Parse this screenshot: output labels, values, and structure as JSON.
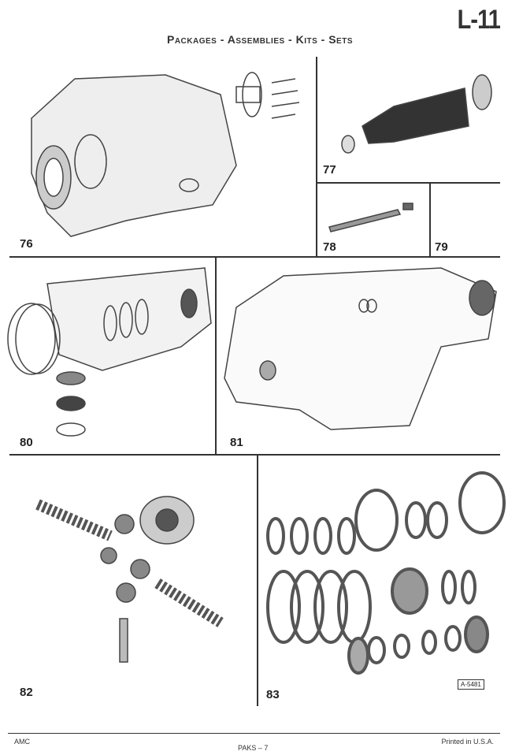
{
  "header": {
    "page_number": "L-11",
    "title": "Packages - Assemblies - Kits - Sets"
  },
  "figures": [
    {
      "number": "76"
    },
    {
      "number": "77"
    },
    {
      "number": "78"
    },
    {
      "number": "79"
    },
    {
      "number": "80"
    },
    {
      "number": "81"
    },
    {
      "number": "82"
    },
    {
      "number": "83"
    }
  ],
  "reference_code": "A-5481",
  "footer": {
    "left": "AMC",
    "center": "PAKS – 7",
    "right": "Printed in U.S.A."
  }
}
